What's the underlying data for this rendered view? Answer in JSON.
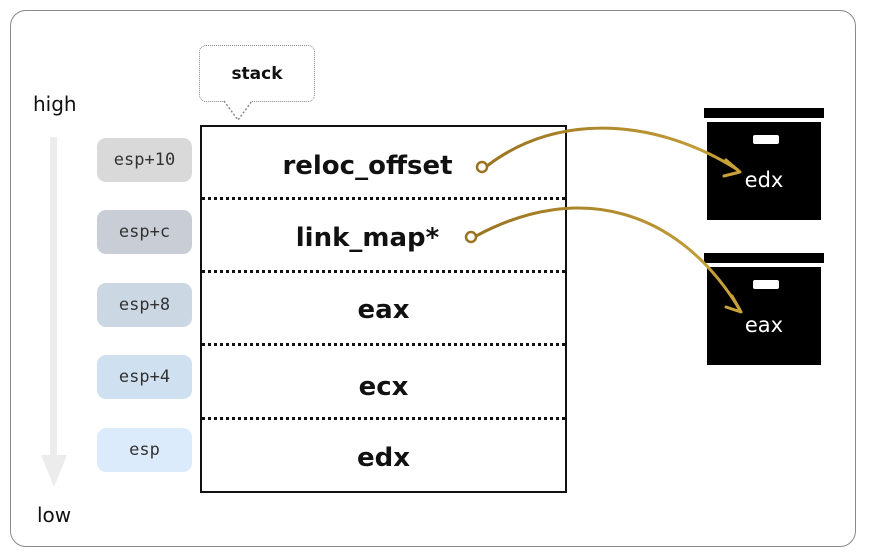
{
  "axis": {
    "high": "high",
    "low": "low"
  },
  "offsets": [
    {
      "label": "esp+10",
      "color": "#d9d9d9"
    },
    {
      "label": "esp+c",
      "color": "#c9ced6"
    },
    {
      "label": "esp+8",
      "color": "#cbd8e4"
    },
    {
      "label": "esp+4",
      "color": "#cfe0f0"
    },
    {
      "label": "esp",
      "color": "#dcebfc"
    }
  ],
  "stack": {
    "callout": "stack",
    "cells": [
      "reloc_offset",
      "link_map*",
      "eax",
      "ecx",
      "edx"
    ]
  },
  "registers": [
    {
      "label": "edx"
    },
    {
      "label": "eax"
    }
  ],
  "colors": {
    "connector_start": "#9a7320",
    "connector_end": "#c9a33a"
  }
}
